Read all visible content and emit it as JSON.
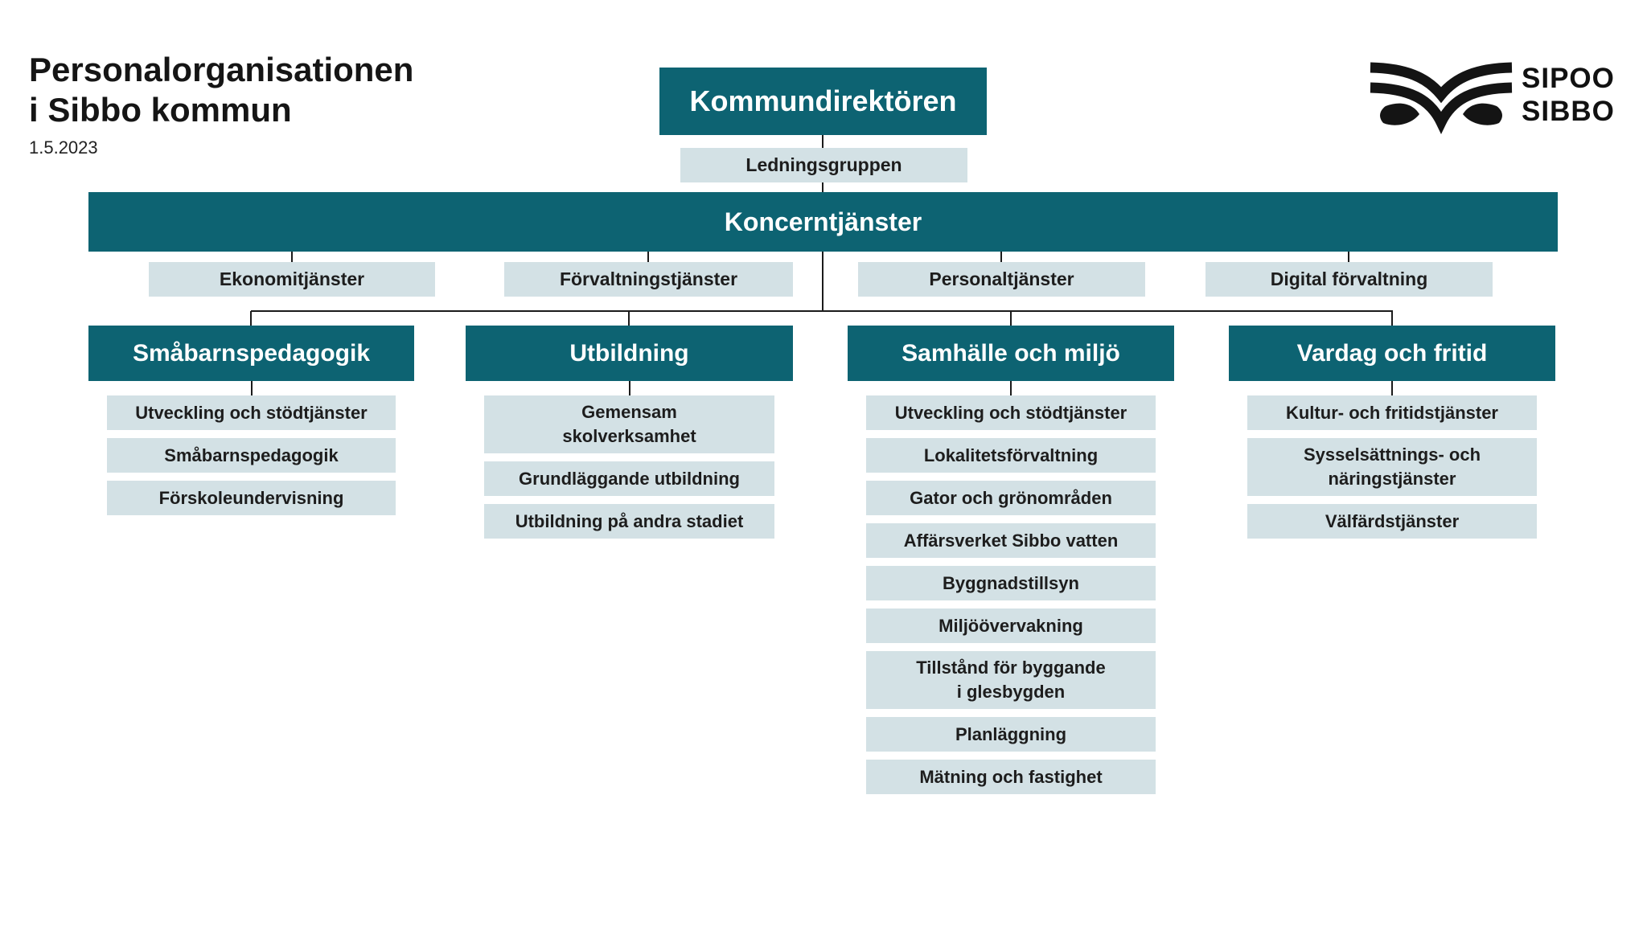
{
  "page": {
    "title_line1": "Personalorganisationen",
    "title_line2": "i Sibbo kommun",
    "date": "1.5.2023"
  },
  "logo": {
    "name_fi": "SIPOO",
    "name_sv": "SIBBO",
    "mark": "sipoo-sibbo-wings-mark"
  },
  "colors": {
    "teal": "#0d6372",
    "light": "#d3e1e5",
    "line": "#1b1b1b"
  },
  "chart": {
    "root": {
      "label": "Kommundirektören"
    },
    "staff": {
      "label": "Ledningsgruppen"
    },
    "concern": {
      "label": "Koncerntjänster"
    },
    "concern_units": [
      {
        "label": "Ekonomitjänster"
      },
      {
        "label": "Förvaltningstjänster"
      },
      {
        "label": "Personaltjänster"
      },
      {
        "label": "Digital förvaltning"
      }
    ],
    "departments": [
      {
        "label": "Småbarnspedagogik",
        "items": [
          "Utveckling och stödtjänster",
          "Småbarnspedagogik",
          "Förskoleundervisning"
        ]
      },
      {
        "label": "Utbildning",
        "items": [
          "Gemensam\nskolverksamhet",
          "Grundläggande utbildning",
          "Utbildning på andra stadiet"
        ]
      },
      {
        "label": "Samhälle och miljö",
        "items": [
          "Utveckling och stödtjänster",
          "Lokalitetsförvaltning",
          "Gator och grönområden",
          "Affärsverket Sibbo vatten",
          "Byggnadstillsyn",
          "Miljöövervakning",
          "Tillstånd för byggande\ni glesbygden",
          "Planläggning",
          "Mätning och fastighet"
        ]
      },
      {
        "label": "Vardag och fritid",
        "items": [
          "Kultur- och fritidstjänster",
          "Sysselsättnings- och\nnäringstjänster",
          "Välfärdstjänster"
        ]
      }
    ]
  }
}
